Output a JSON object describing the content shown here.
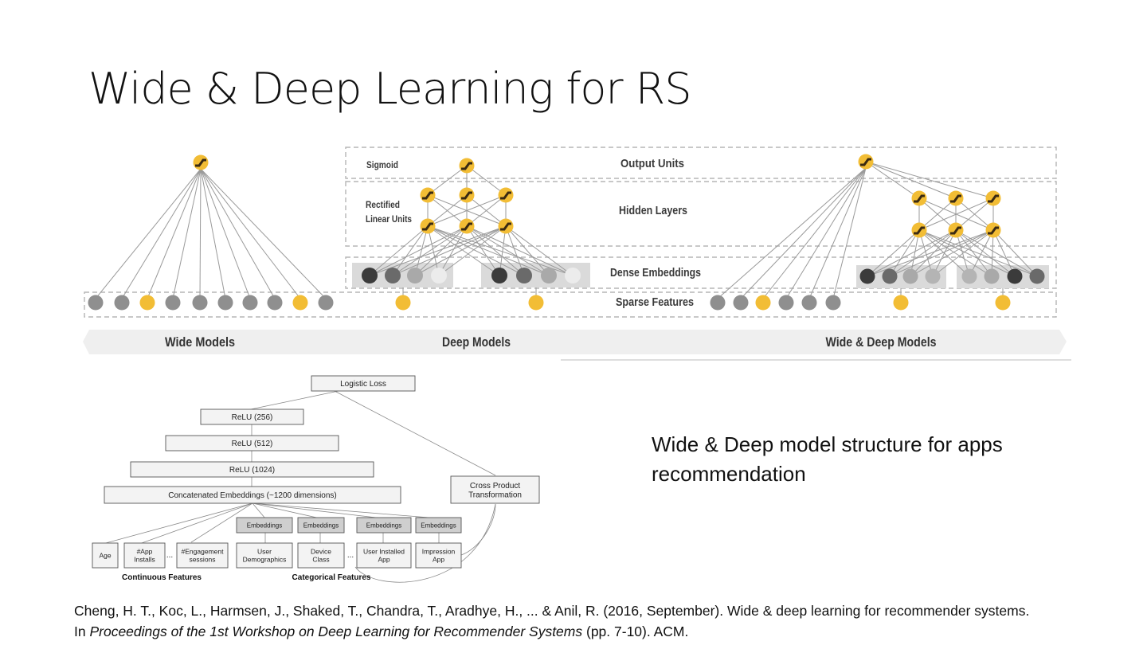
{
  "slide": {
    "title": "Wide & Deep Learning for RS",
    "caption": "Wide & Deep model structure for apps recommendation",
    "citation": {
      "part1": "Cheng, H. T., Koc, L., Harmsen, J., Shaked, T., Chandra, T., Aradhye, H., ... & Anil, R. (2016, September). Wide & deep learning for recommender systems.",
      "part2_prefix": "In ",
      "part2_italic": "Proceedings of the 1st Workshop on Deep Learning for Recommender Systems",
      "part2_suffix": " (pp. 7-10). ACM."
    }
  },
  "top_diagram": {
    "colors": {
      "yellow": "#f2bd35",
      "gray_node": "#8f8f8f",
      "dark_node": "#3b3b3b",
      "mid_node": "#6a6a6a",
      "light_node": "#a9a9a9",
      "white_node": "#ececec",
      "band": "#dadada",
      "line": "#9a9a9a",
      "banner": "#efefef",
      "label": "#3a3a3a"
    },
    "row_labels": {
      "output": "Output Units",
      "hidden": "Hidden Layers",
      "dense": "Dense Embeddings",
      "sparse": "Sparse Features"
    },
    "side_labels": {
      "sigmoid": "Sigmoid",
      "relu_line1": "Rectified",
      "relu_line2": "Linear Units"
    },
    "models": [
      {
        "name": "Wide Models"
      },
      {
        "name": "Deep Models"
      },
      {
        "name": "Wide & Deep Models"
      }
    ],
    "wide": {
      "sparse_colors": [
        "gray",
        "gray",
        "yellow",
        "gray",
        "gray",
        "gray",
        "gray",
        "gray",
        "yellow",
        "gray"
      ]
    },
    "deep": {
      "embedding_groups": [
        [
          "dark",
          "mid",
          "light",
          "white"
        ],
        [
          "dark",
          "mid",
          "light",
          "white"
        ]
      ],
      "sparse_count": 2,
      "hidden_layers": [
        3,
        3
      ]
    },
    "wide_deep": {
      "wide_sparse_colors": [
        "gray",
        "gray",
        "yellow",
        "gray",
        "gray",
        "gray"
      ],
      "embedding_groups": [
        [
          "dark",
          "mid",
          "light",
          "lighter"
        ],
        [
          "lighter",
          "light",
          "dark",
          "mid"
        ]
      ],
      "sparse_count": 2,
      "hidden_layers": [
        3,
        3
      ]
    }
  },
  "bottom_diagram": {
    "logistic_loss": "Logistic Loss",
    "relu_layers": [
      "ReLU (256)",
      "ReLU (512)",
      "ReLU (1024)"
    ],
    "concat": "Concatenated Embeddings (~1200 dimensions)",
    "cross_product": [
      "Cross Product",
      "Transformation"
    ],
    "embeddings_label": "Embeddings",
    "continuous_features": [
      [
        "Age"
      ],
      [
        "#App",
        "Installs"
      ],
      [
        "#Engagement",
        "sessions"
      ]
    ],
    "categorical_features": [
      [
        "User",
        "Demographics"
      ],
      [
        "Device",
        "Class"
      ],
      [
        "User Installed",
        "App"
      ],
      [
        "Impression",
        "App"
      ]
    ],
    "ellipsis": "...",
    "group_labels": {
      "continuous": "Continuous Features",
      "categorical": "Categorical Features"
    }
  }
}
